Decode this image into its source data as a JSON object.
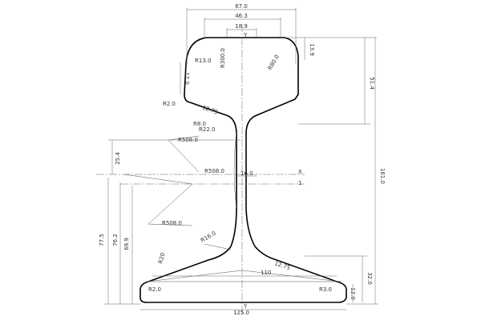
{
  "title": "",
  "dimensions": {
    "head_width": "67.0",
    "head_top_width": "46.3",
    "crown_flat": "18.9",
    "head_depth": "51.4",
    "total_height": "161.0",
    "crown_drop": "13.9",
    "head_side_height": "12.0",
    "web_thickness": "16.0",
    "upper_web_offset": "25.4",
    "neutral_axis_a": "77.5",
    "neutral_axis_b": "76.2",
    "neutral_axis_c": "69.9",
    "foot_width": "125.0",
    "foot_inner": "110",
    "foot_depth": "32.0",
    "foot_edge": "12.0"
  },
  "radii": {
    "r13": "R13.0",
    "r300": "R300.0",
    "r80_head": "R80.0",
    "r20_head": "R2.0",
    "r8": "R8.0",
    "r22": "R22.0",
    "r508_top": "R508.0",
    "r508_mid": "R508.0",
    "r508_low": "R508.0",
    "r16": "R16.0",
    "r20_foot": "R20",
    "r2_foot": "R2.0",
    "r3_foot": "R3.0"
  },
  "slopes": {
    "head_slope": "12.75",
    "foot_slope": "12.75"
  },
  "axes": {
    "y_top": "Y",
    "y_bottom": "Y",
    "x_axis": "X",
    "one": "1"
  }
}
